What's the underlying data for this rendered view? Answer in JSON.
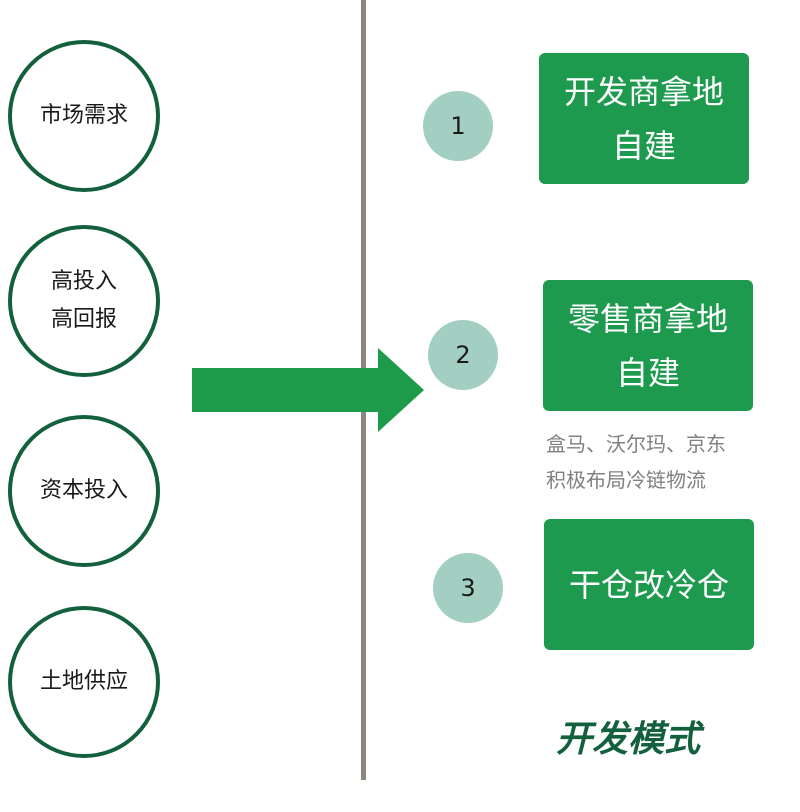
{
  "factors": [
    {
      "label": "市场需求"
    },
    {
      "label": "高投入\n高回报"
    },
    {
      "label": "资本投入"
    },
    {
      "label": "土地供应"
    }
  ],
  "modes": [
    {
      "number": "1",
      "label": "开发商拿地\n自建"
    },
    {
      "number": "2",
      "label": "零售商拿地\n自建"
    },
    {
      "number": "3",
      "label": "干仓改冷仓"
    }
  ],
  "note": "盒马、沃尔玛、京东\n积极布局冷链物流",
  "caption": "开发模式",
  "colors": {
    "dark_green": "#13603d",
    "box_green": "#1d9a4e",
    "arrow_green": "#1e9a4b",
    "number_circle": "#a3cfc3",
    "divider": "#8e857d",
    "note_text": "#808080"
  }
}
